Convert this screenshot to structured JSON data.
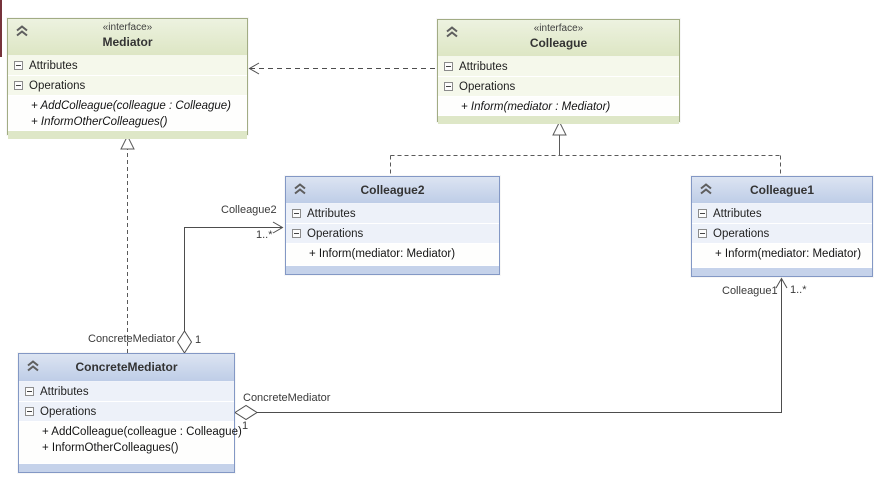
{
  "diagram": {
    "kind": "uml-class-diagram",
    "pattern": "Mediator"
  },
  "labels": {
    "attributes": "Attributes",
    "operations": "Operations"
  },
  "classes": {
    "mediator": {
      "stereotype": "«interface»",
      "name": "Mediator",
      "operations": [
        "+ AddColleague(colleague : Colleague)",
        "+ InformOtherColleagues()"
      ]
    },
    "colleague": {
      "stereotype": "«interface»",
      "name": "Colleague",
      "operations": [
        "+ Inform(mediator : Mediator)"
      ]
    },
    "colleague2": {
      "name": "Colleague2",
      "operations": [
        "+ Inform(mediator: Mediator)"
      ]
    },
    "colleague1": {
      "name": "Colleague1",
      "operations": [
        "+ Inform(mediator: Mediator)"
      ]
    },
    "concrete_mediator": {
      "name": "ConcreteMediator",
      "operations": [
        "+ AddColleague(colleague : Colleague)",
        "+ InformOtherColleagues()"
      ]
    }
  },
  "relationships": {
    "colleague2_aggregation": {
      "owner_role": "ConcreteMediator",
      "owner_multiplicity": "1",
      "target_role": "Colleague2",
      "target_multiplicity": "1..*"
    },
    "colleague1_aggregation": {
      "owner_role": "ConcreteMediator",
      "owner_multiplicity": "1",
      "target_role": "Colleague1",
      "target_multiplicity": "1..*"
    }
  },
  "icons": {
    "collapse": "chevron-double-up",
    "member_expander": "minus-box"
  },
  "colors": {
    "interface_header": "#E3EACF",
    "interface_border": "#A2AC84",
    "interface_row": "#F5F8EB",
    "class_header": "#C8D5EB",
    "class_border": "#8398C5",
    "class_row": "#EDF1F9",
    "connector": "#4D4D4D",
    "clipped_edge": "#76333B"
  }
}
